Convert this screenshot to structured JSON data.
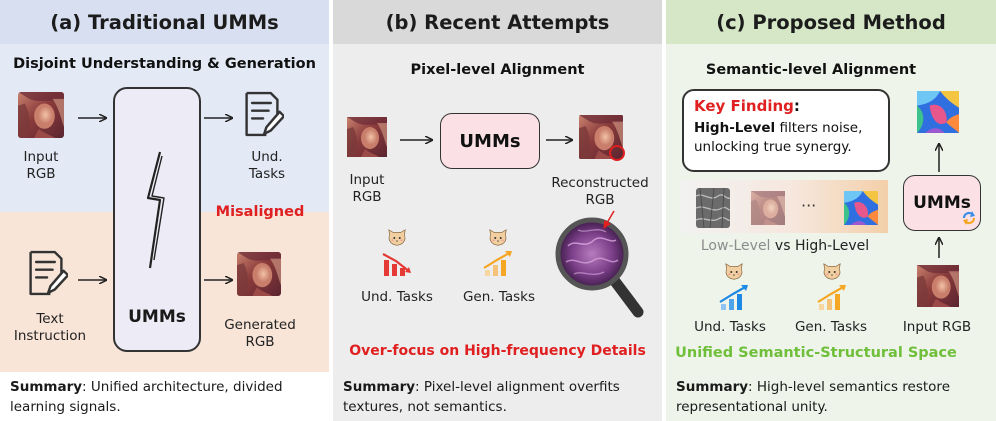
{
  "panel_a": {
    "title": "(a) Traditional UMMs",
    "subtitle": "Disjoint Understanding & Generation",
    "input_label_1": "Input",
    "input_label_2": "RGB",
    "model_label": "UMMs",
    "und_label_1": "Und.",
    "und_label_2": "Tasks",
    "misaligned": "Misaligned",
    "text_label_1": "Text",
    "text_label_2": "Instruction",
    "gen_label_1": "Generated",
    "gen_label_2": "RGB",
    "summary_key": "Summary",
    "summary_text": ": Unified architecture, divided learning signals."
  },
  "panel_b": {
    "title": "(b) Recent Attempts",
    "subtitle": "Pixel-level Alignment",
    "input_label_1": "Input",
    "input_label_2": "RGB",
    "model_label": "UMMs",
    "recon_label_1": "Reconstructed",
    "recon_label_2": "RGB",
    "und_tasks": "Und. Tasks",
    "gen_tasks": "Gen. Tasks",
    "warning": "Over-focus on High-frequency Details",
    "summary_key": "Summary",
    "summary_text": ": Pixel-level alignment overfits textures, not semantics."
  },
  "panel_c": {
    "title": "(c) Proposed Method",
    "subtitle": "Semantic-level Alignment",
    "key_title": "Key Finding",
    "key_colon": ":",
    "key_bold": "High-Level",
    "key_rest_1": " filters noise,",
    "key_rest_2": "unlocking true synergy.",
    "ellipsis": "···",
    "low_level": "Low-Level",
    "vs": " vs ",
    "high_level": "High-Level",
    "model_label": "UMMs",
    "und_tasks": "Und. Tasks",
    "gen_tasks": "Gen. Tasks",
    "input_rgb": "Input RGB",
    "space_label": "Unified Semantic-Structural Space",
    "summary_key": "Summary",
    "summary_text": ": High-level semantics restore representational unity."
  },
  "colors": {
    "red": "#e02020",
    "green": "#6fbf3a",
    "und_trend": "#1e88e5",
    "gen_trend": "#f5a623",
    "down_trend": "#e53935"
  }
}
